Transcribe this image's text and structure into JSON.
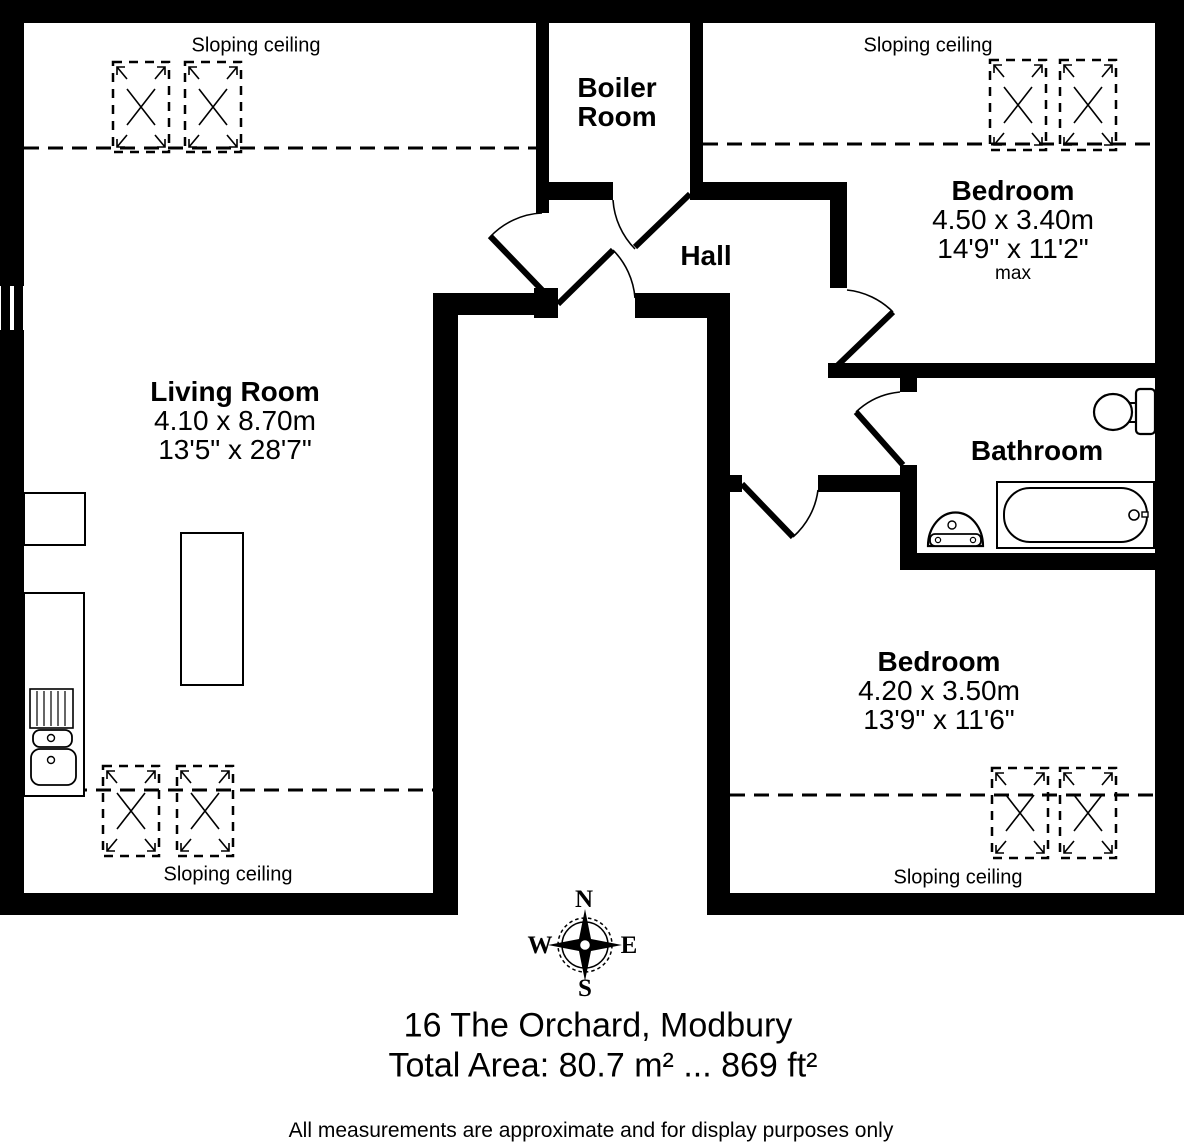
{
  "rooms": {
    "living_room": {
      "name": "Living Room",
      "dims_metric": "4.10 x 8.70m",
      "dims_imperial": "13'5\" x 28'7\""
    },
    "bedroom_top": {
      "name": "Bedroom",
      "dims_metric": "4.50 x 3.40m",
      "dims_imperial": "14'9\" x 11'2\"",
      "qualifier": "max"
    },
    "bedroom_bottom": {
      "name": "Bedroom",
      "dims_metric": "4.20 x 3.50m",
      "dims_imperial": "13'9\" x 11'6\""
    },
    "bathroom": {
      "name": "Bathroom"
    },
    "hall": {
      "name": "Hall"
    },
    "boiler_room": {
      "name": "Boiler Room"
    }
  },
  "annotations": {
    "sloping_ceiling": "Sloping ceiling"
  },
  "compass": {
    "north": "N",
    "east": "E",
    "south": "S",
    "west": "W"
  },
  "footer": {
    "address": "16 The Orchard, Modbury",
    "total_area": "Total Area: 80.7 m² ... 869 ft²",
    "disclaimer": "All measurements are approximate and for display purposes only"
  },
  "colors": {
    "wall": "#000000",
    "background": "#ffffff"
  }
}
